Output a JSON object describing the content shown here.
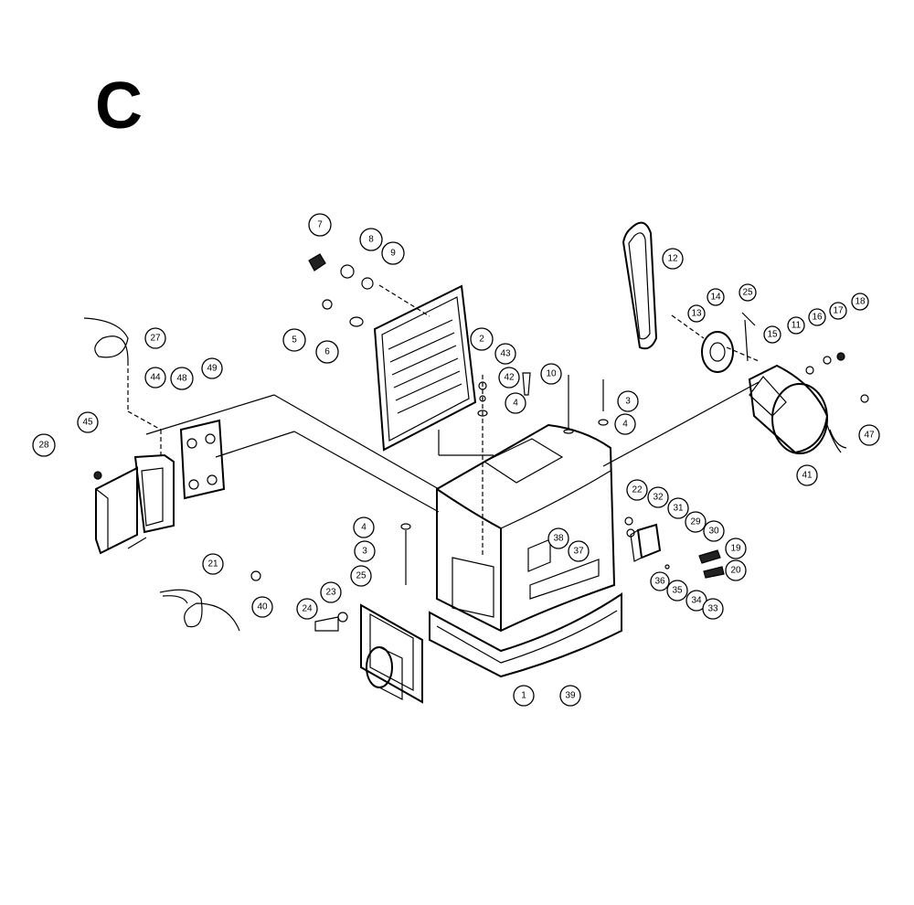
{
  "section_label": "C",
  "callouts": [
    {
      "id": "c7",
      "label": "7"
    },
    {
      "id": "c8",
      "label": "8"
    },
    {
      "id": "c9",
      "label": "9"
    },
    {
      "id": "c5",
      "label": "5"
    },
    {
      "id": "c6",
      "label": "6"
    },
    {
      "id": "c2",
      "label": "2"
    },
    {
      "id": "c12",
      "label": "12"
    },
    {
      "id": "c14",
      "label": "14"
    },
    {
      "id": "c25a",
      "label": "25"
    },
    {
      "id": "c13",
      "label": "13"
    },
    {
      "id": "c11",
      "label": "11"
    },
    {
      "id": "c16",
      "label": "16"
    },
    {
      "id": "c17",
      "label": "17"
    },
    {
      "id": "c18",
      "label": "18"
    },
    {
      "id": "c15",
      "label": "15"
    },
    {
      "id": "c47",
      "label": "47"
    },
    {
      "id": "c41",
      "label": "41"
    },
    {
      "id": "c27",
      "label": "27"
    },
    {
      "id": "c44",
      "label": "44"
    },
    {
      "id": "c48",
      "label": "48"
    },
    {
      "id": "c49",
      "label": "49"
    },
    {
      "id": "c45",
      "label": "45"
    },
    {
      "id": "c28",
      "label": "28"
    },
    {
      "id": "c43",
      "label": "43"
    },
    {
      "id": "c42",
      "label": "42"
    },
    {
      "id": "c10",
      "label": "10"
    },
    {
      "id": "c4a",
      "label": "4"
    },
    {
      "id": "c3a",
      "label": "3"
    },
    {
      "id": "c4b",
      "label": "4"
    },
    {
      "id": "c22",
      "label": "22"
    },
    {
      "id": "c32",
      "label": "32"
    },
    {
      "id": "c31",
      "label": "31"
    },
    {
      "id": "c29",
      "label": "29"
    },
    {
      "id": "c30",
      "label": "30"
    },
    {
      "id": "c19",
      "label": "19"
    },
    {
      "id": "c20",
      "label": "20"
    },
    {
      "id": "c36",
      "label": "36"
    },
    {
      "id": "c35",
      "label": "35"
    },
    {
      "id": "c34",
      "label": "34"
    },
    {
      "id": "c33",
      "label": "33"
    },
    {
      "id": "c38",
      "label": "38"
    },
    {
      "id": "c37",
      "label": "37"
    },
    {
      "id": "c4c",
      "label": "4"
    },
    {
      "id": "c3b",
      "label": "3"
    },
    {
      "id": "c25b",
      "label": "25"
    },
    {
      "id": "c23",
      "label": "23"
    },
    {
      "id": "c24",
      "label": "24"
    },
    {
      "id": "c21",
      "label": "21"
    },
    {
      "id": "c40",
      "label": "40"
    },
    {
      "id": "c1",
      "label": "1"
    },
    {
      "id": "c39",
      "label": "39"
    }
  ]
}
